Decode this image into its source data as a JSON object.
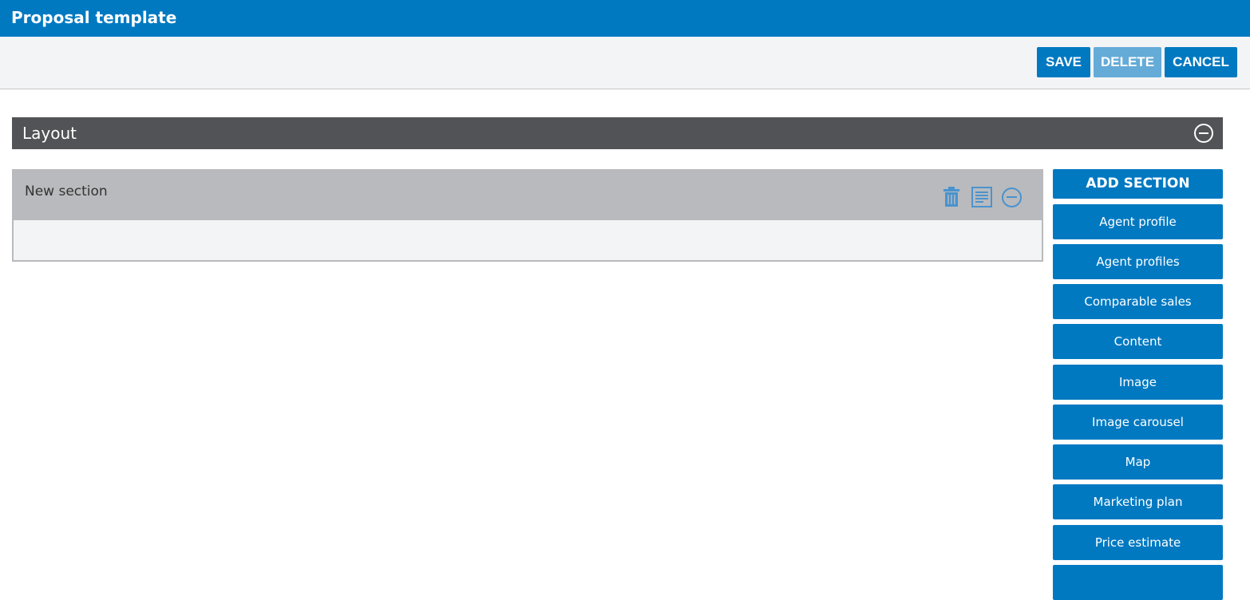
{
  "title": "Proposal template",
  "toolbar": {
    "save": "SAVE",
    "delete": "DELETE",
    "cancel": "CANCEL"
  },
  "layout": {
    "title": "Layout"
  },
  "section": {
    "title": "New section"
  },
  "sidebar": {
    "add_section": "ADD SECTION",
    "items": [
      "Agent profile",
      "Agent profiles",
      "Comparable sales",
      "Content",
      "Image",
      "Image carousel",
      "Map",
      "Marketing plan",
      "Price estimate",
      ""
    ]
  }
}
